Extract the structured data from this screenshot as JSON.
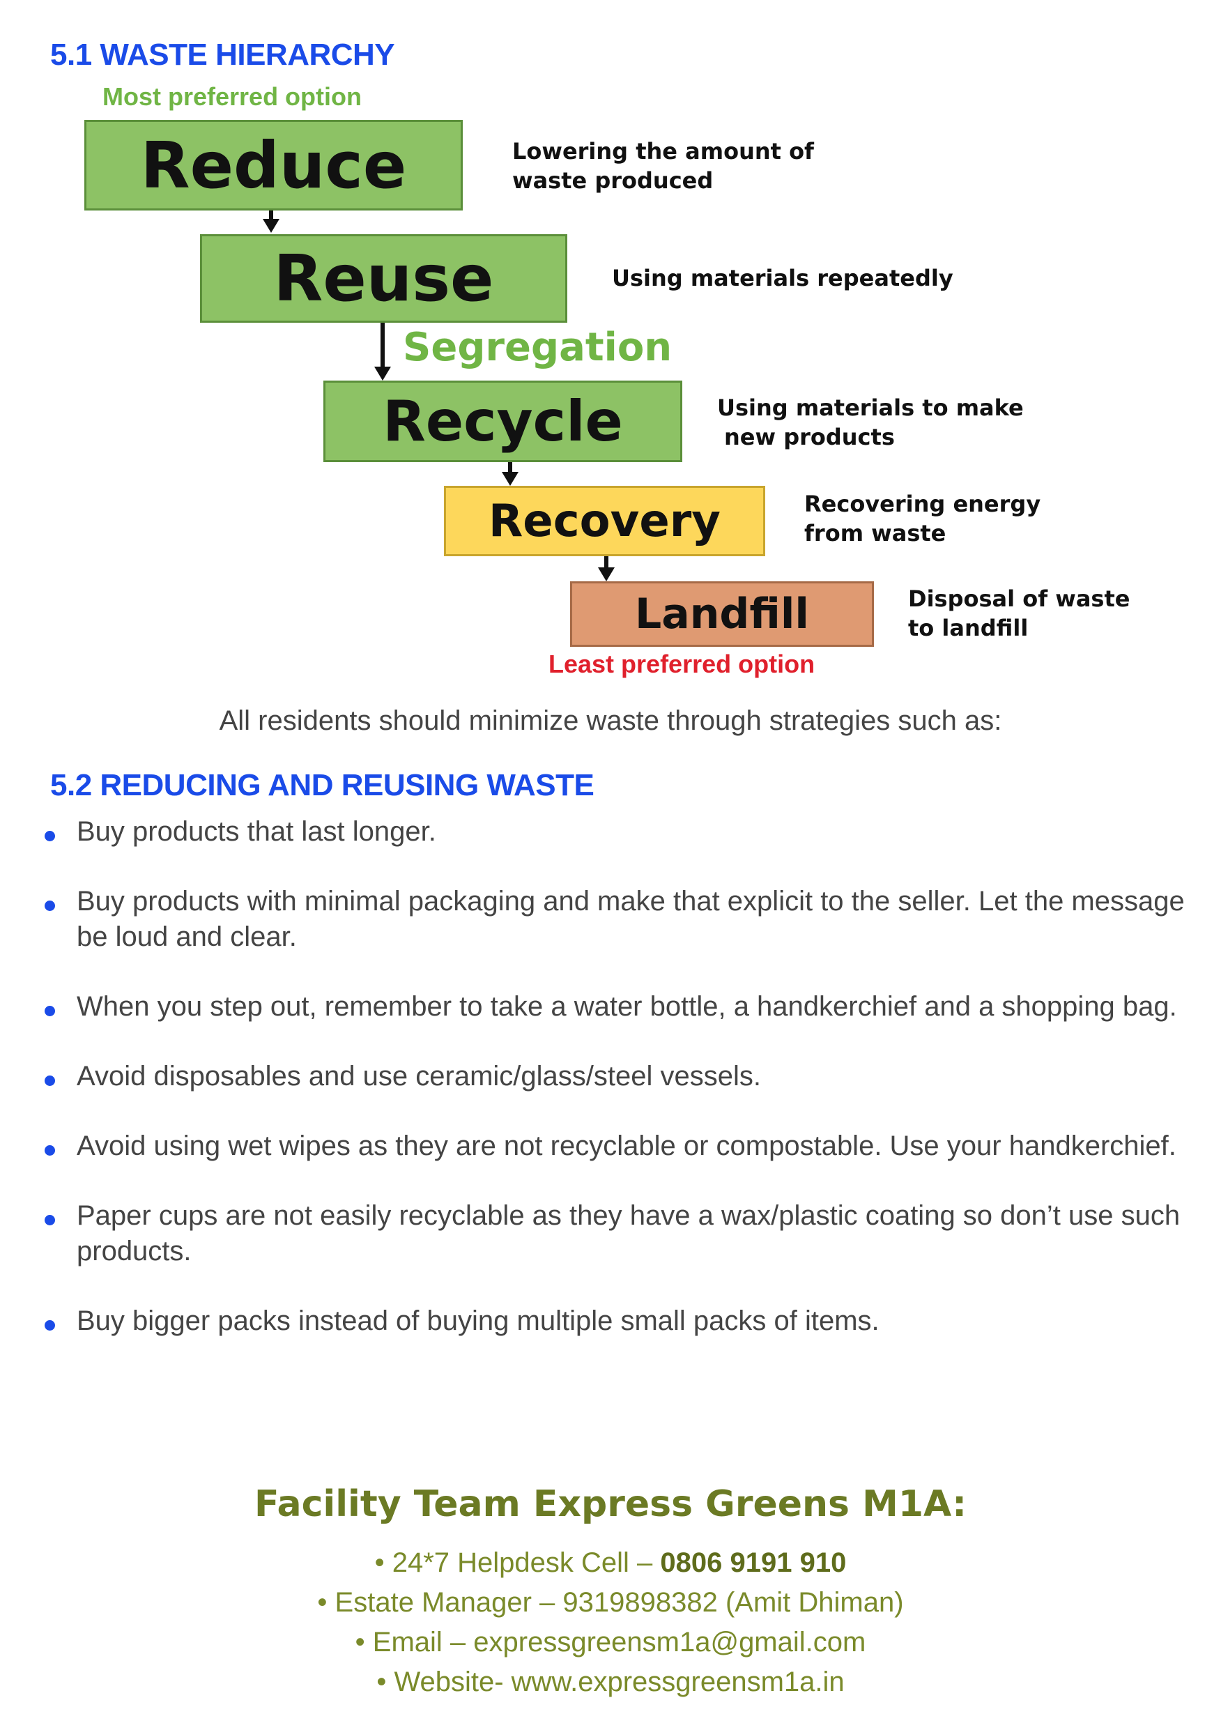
{
  "section1": {
    "heading": "5.1 WASTE HIERARCHY",
    "most_preferred": "Most preferred option",
    "least_preferred": "Least preferred option",
    "segregation": "Segregation",
    "levels": [
      {
        "label": "Reduce",
        "desc_line1": "Lowering the amount of",
        "desc_line2": "waste produced"
      },
      {
        "label": "Reuse",
        "desc_line1": "Using materials repeatedly",
        "desc_line2": ""
      },
      {
        "label": "Recycle",
        "desc_line1": "Using materials to make",
        "desc_line2": "new products"
      },
      {
        "label": "Recovery",
        "desc_line1": "Recovering energy",
        "desc_line2": "from waste"
      },
      {
        "label": "Landfill",
        "desc_line1": "Disposal of waste",
        "desc_line2": "to landfill"
      }
    ],
    "colors": {
      "green": "#8dc265",
      "yellow": "#fdd75b",
      "orange": "#df9a72"
    }
  },
  "intro": "All residents should minimize waste through strategies such as:",
  "section2": {
    "heading": "5.2 REDUCING AND REUSING WASTE",
    "items": [
      "Buy products that last longer.",
      "Buy products with minimal packaging and make that explicit to the seller. Let the message be loud and clear.",
      "When you step out, remember to take a water bottle, a handkerchief and a shopping bag.",
      "Avoid disposables and use ceramic/glass/steel vessels.",
      "Avoid using wet wipes as they are not recyclable or compostable. Use your handkerchief.",
      "Paper cups are not easily recyclable as they have a wax/plastic coating so don’t use such products.",
      "Buy bigger packs instead of buying multiple small packs of items."
    ]
  },
  "footer": {
    "title": "Facility Team Express Greens M1A:",
    "helpdesk_label": "• 24*7 Helpdesk Cell – ",
    "helpdesk_number": "0806 9191 910",
    "estate_manager": "• Estate Manager – 9319898382 (Amit Dhiman)",
    "email": "• Email – expressgreensm1a@gmail.com",
    "website": "• Website- www.expressgreensm1a.in"
  }
}
